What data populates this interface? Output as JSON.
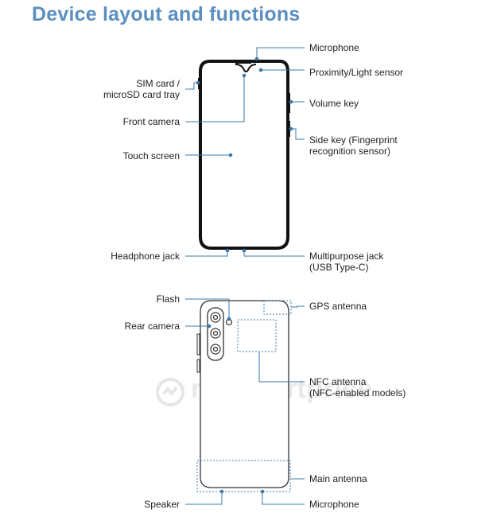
{
  "title": "Device layout and functions",
  "watermark": "mysmartprice",
  "accent_color": "#5b8fc0",
  "front": {
    "microphone": "Microphone",
    "proximity_sensor": "Proximity/Light sensor",
    "sim_tray": [
      "SIM card /",
      "microSD card tray"
    ],
    "volume_key": "Volume key",
    "front_camera": "Front camera",
    "side_key": [
      "Side key (Fingerprint",
      "recognition sensor)"
    ],
    "touch_screen": "Touch screen",
    "headphone_jack": "Headphone jack",
    "multipurpose_jack": [
      "Multipurpose jack",
      "(USB Type-C)"
    ]
  },
  "back": {
    "flash": "Flash",
    "gps_antenna": "GPS antenna",
    "rear_camera": "Rear camera",
    "nfc_antenna": [
      "NFC antenna",
      "(NFC-enabled models)"
    ],
    "main_antenna": "Main antenna",
    "speaker": "Speaker",
    "microphone": "Microphone"
  }
}
